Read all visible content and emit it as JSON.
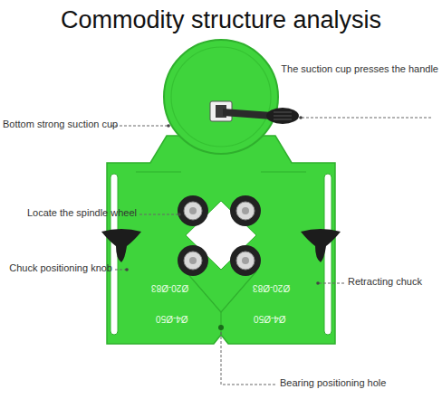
{
  "diagram": {
    "title": "Commodity structure analysis",
    "labels": [
      "Bottom strong suction cup",
      "The suction cup presses the handle",
      "Locate the spindle wheel",
      "Chuck positioning knob",
      "Retracting chuck",
      "Bearing positioning hole",
      "Ø20-Ø83",
      "Ø20-Ø83",
      "Ø4-Ø50",
      "Ø4-Ø50"
    ]
  }
}
